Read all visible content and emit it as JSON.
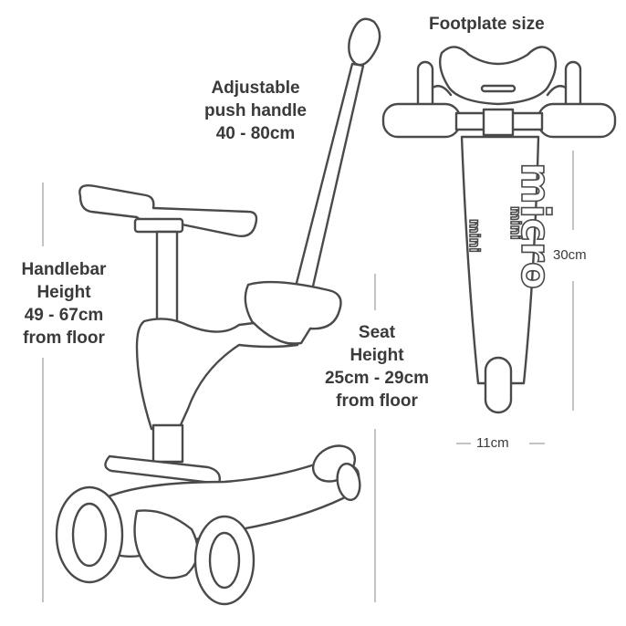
{
  "labels": {
    "footplate": "Footplate size",
    "push_handle": [
      "Adjustable",
      "push handle",
      "40 - 80cm"
    ],
    "handlebar": [
      "Handlebar",
      "Height",
      "49 - 67cm",
      "from floor"
    ],
    "seat": [
      "Seat",
      "Height",
      "25cm - 29cm",
      "from floor"
    ],
    "length": "30cm",
    "width": "11cm"
  },
  "brand": {
    "main": "micro",
    "sub": "mini"
  },
  "colors": {
    "outline": "#4a4a4a",
    "text": "#3a3a3a",
    "guide": "#8a8a8a"
  }
}
